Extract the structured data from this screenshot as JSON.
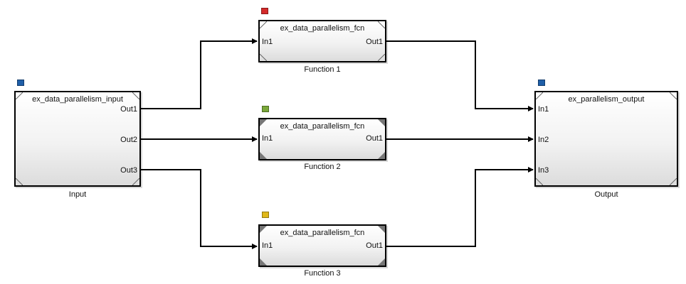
{
  "blocks": {
    "input": {
      "title": "ex_data_parallelism_input",
      "label": "Input",
      "ports": [
        "Out1",
        "Out2",
        "Out3"
      ],
      "marker_color": "#1f5fa8"
    },
    "f1": {
      "title": "ex_data_parallelism_fcn",
      "label": "Function 1",
      "in": "In1",
      "out": "Out1",
      "marker_color": "#d42a2a"
    },
    "f2": {
      "title": "ex_data_parallelism_fcn",
      "label": "Function 2",
      "in": "In1",
      "out": "Out1",
      "marker_color": "#7aa83a"
    },
    "f3": {
      "title": "ex_data_parallelism_fcn",
      "label": "Function 3",
      "in": "In1",
      "out": "Out1",
      "marker_color": "#e0b81a"
    },
    "output": {
      "title": "ex_parallelism_output",
      "label": "Output",
      "ports": [
        "In1",
        "In2",
        "In3"
      ],
      "marker_color": "#1f5fa8"
    }
  }
}
